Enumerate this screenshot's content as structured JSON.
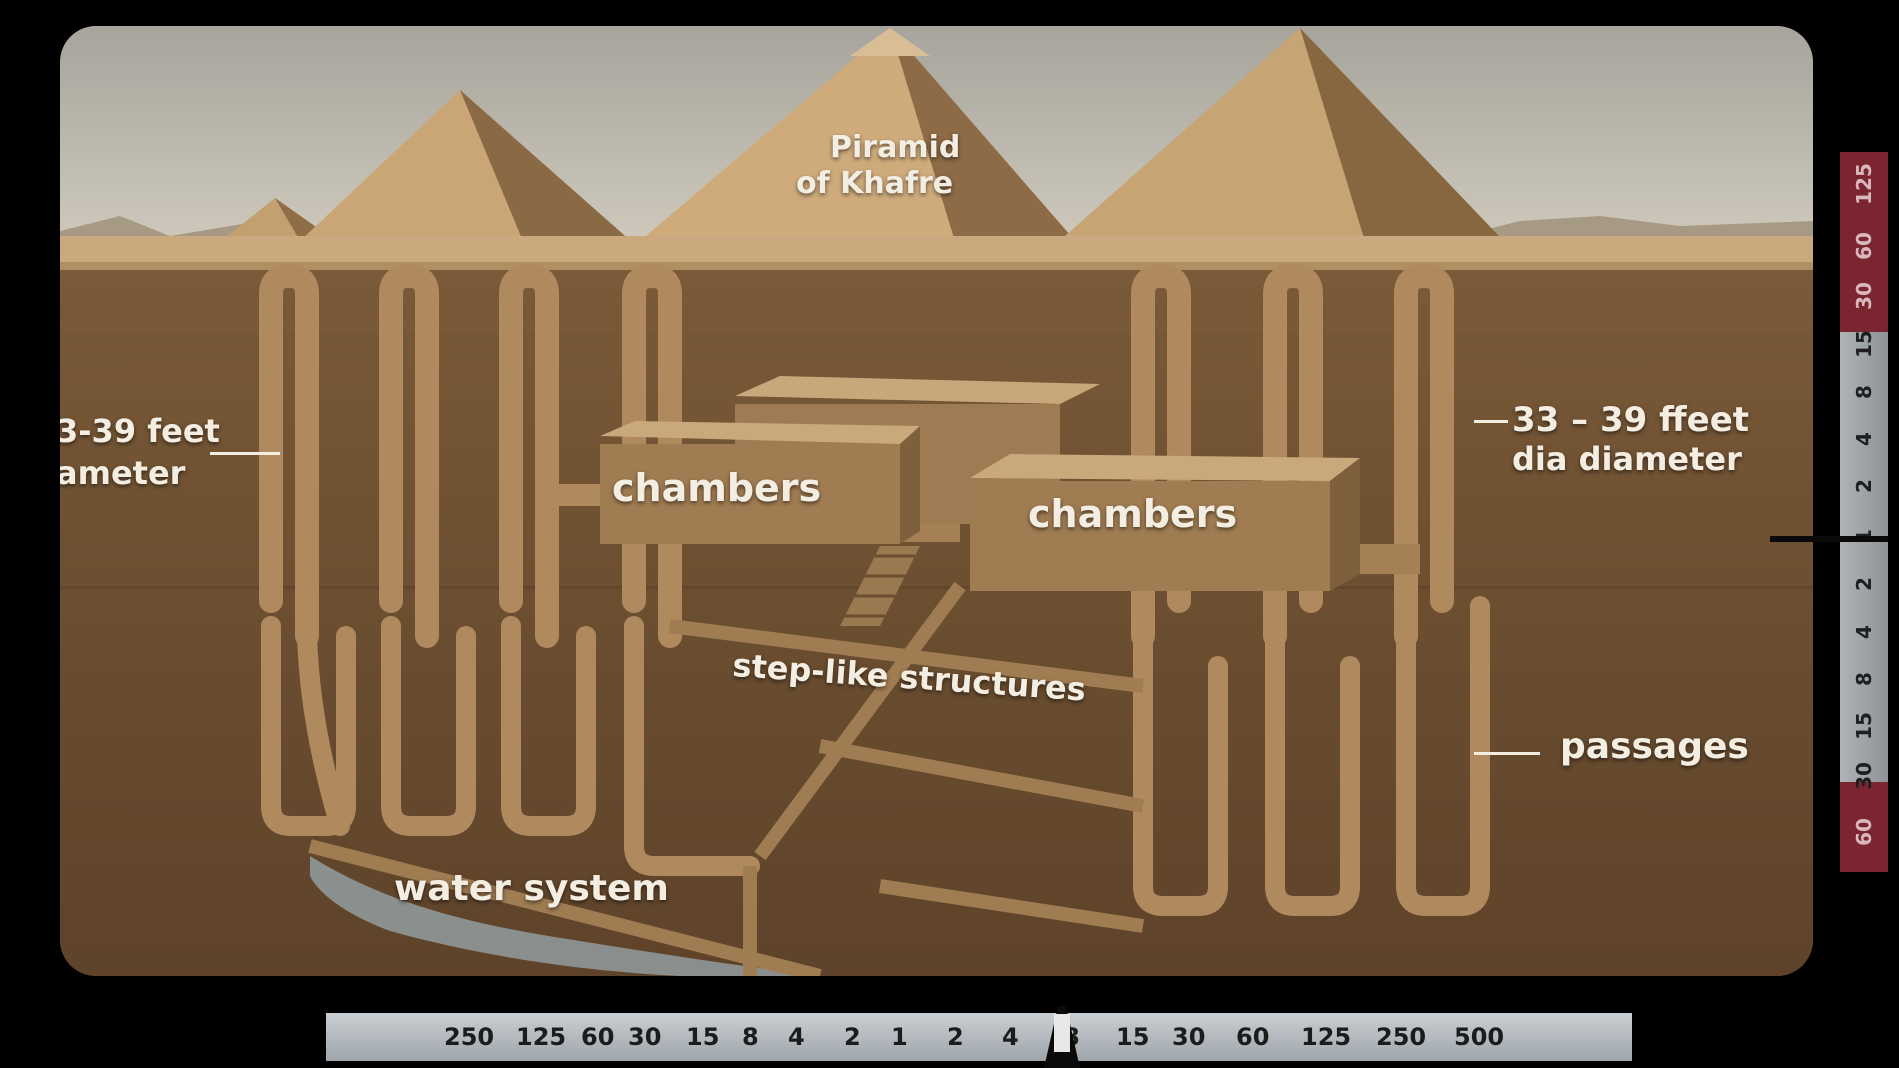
{
  "labels": {
    "pyramid_title_line1": "Piramid",
    "pyramid_title_line2": "of Khafre",
    "left_diameter_line1": "3-39 feet",
    "left_diameter_line2": "ameter",
    "chambers_left": "chambers",
    "chambers_right": "chambers",
    "right_diameter_line1": "33 – 39 ffeet",
    "right_diameter_line2": "dia diameter",
    "step_structures": "step-like structures",
    "passages": "passages",
    "water_system": "water system"
  },
  "bottom_scale": {
    "ticks": [
      "250",
      "125",
      "60",
      "30",
      "15",
      "8",
      "4",
      "2",
      "1",
      "2",
      "4",
      "8",
      "15",
      "30",
      "60",
      "125",
      "250",
      "500"
    ]
  },
  "right_scale": {
    "ticks": [
      "125",
      "60",
      "30",
      "15",
      "8",
      "4",
      "2",
      "1",
      "2",
      "4",
      "8",
      "15",
      "30",
      "60"
    ]
  },
  "colors": {
    "sky": "#bfbcb0",
    "sand": "#c9a97d",
    "soil": "#6f5233",
    "pyramid_light": "#c7a474",
    "pyramid_shadow": "#8a6a45",
    "shaft": "#b08a5e",
    "water": "#8f9898",
    "scale_red": "#7a2530",
    "label_text": "#f4ede2"
  }
}
